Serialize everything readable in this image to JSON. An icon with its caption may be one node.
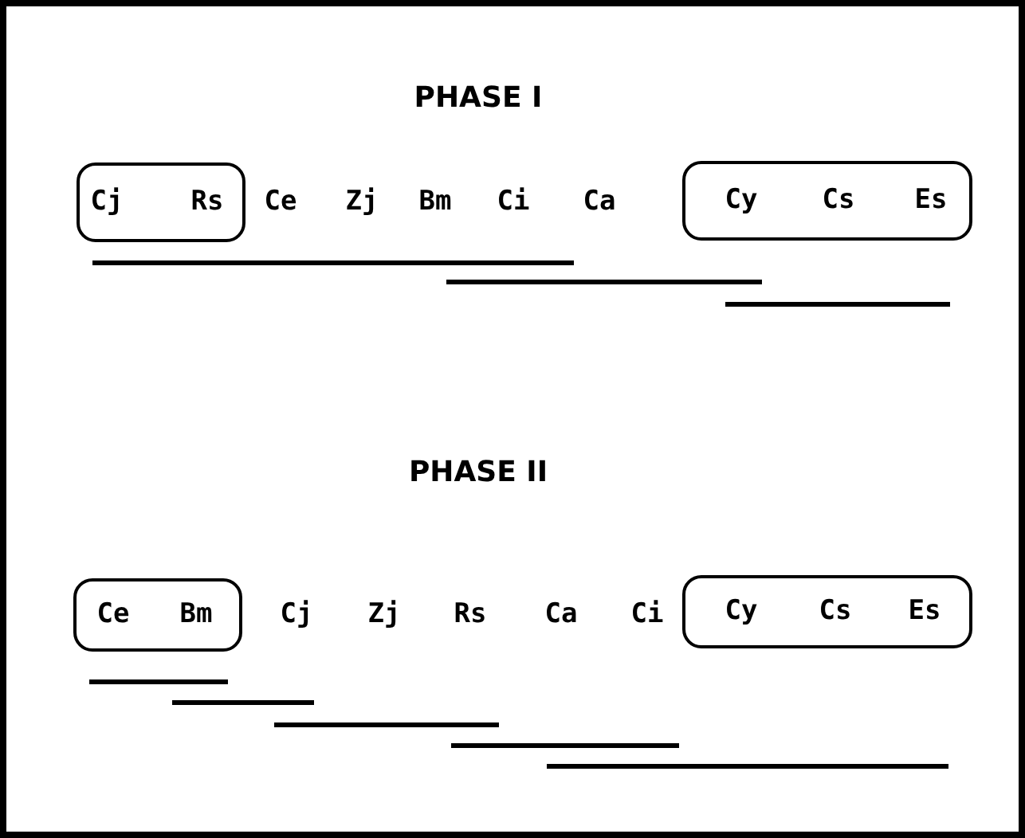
{
  "diagram": {
    "nodes": [
      {
        "text": [
          "Cj",
          "Rs"
        ]
      },
      {
        "text": [
          "Cy",
          "Cs",
          "Es"
        ]
      },
      {
        "text": [
          "Ce",
          "Bm"
        ]
      },
      {
        "text": [
          "Cy",
          "Cs",
          "Es"
        ]
      }
    ],
    "labels": [
      "PHASE I",
      "Ce",
      "Zj",
      "Bm",
      "Ci",
      "Ca",
      "PHASE II",
      "Cj",
      "Zj",
      "Rs",
      "Ca",
      "Ci"
    ]
  }
}
